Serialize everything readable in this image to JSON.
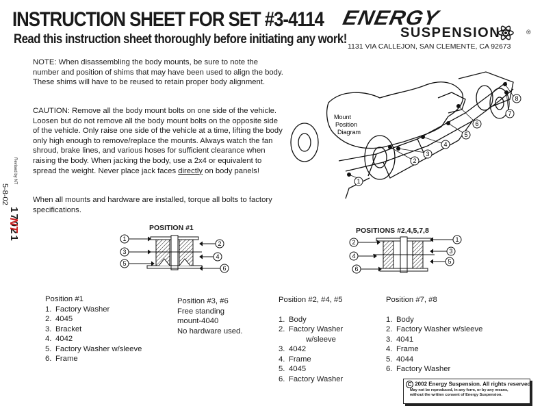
{
  "header": {
    "title": "INSTRUCTION SHEET FOR SET #3-4114",
    "subtitle": "Read this instruction sheet thoroughly before initiating any work!"
  },
  "company": {
    "logo_line1": "ENERGY",
    "logo_line2": "SUSPENSION",
    "registered_mark": "®",
    "address": "1131 VIA CALLEJON,   SAN CLEMENTE, CA 92673"
  },
  "instructions": {
    "note": "NOTE:  When disassembling the body mounts, be sure to note the number and position of shims that may have been used to align the body.  These shims will have to be reused to retain proper body alignment.",
    "caution_pre": "CAUTION:  Remove all the body mount bolts on one side of the vehicle.  Loosen but do not remove all the body mount bolts on the opposite side of the vehicle. Only raise one side of the vehicle at a time, lifting the body only high enough to remove/replace the mounts.  Always watch the fan shroud, brake lines, and various hoses for sufficient clearance when raising the body.  When jacking the body, use a 2x4 or equivalent to spread the weight.  Never place jack faces ",
    "caution_underlined": "directly",
    "caution_post": " on body panels!",
    "final": "When all mounts and hardware are installed, torque all bolts to factory specifications."
  },
  "side_stamp": {
    "part_number": "17021",
    "date": "5-8-02",
    "revised": "Revised by NT",
    "initials": "NT"
  },
  "frame_diagram": {
    "label_line1": "Mount",
    "label_line2": "Position",
    "label_line3": "Diagram",
    "callouts": [
      "1",
      "2",
      "3",
      "4",
      "5",
      "6",
      "7",
      "8"
    ]
  },
  "mount_diagrams": {
    "position1_title": "POSITION #1",
    "position1_callouts": [
      "1",
      "2",
      "3",
      "4",
      "5",
      "6"
    ],
    "positions_title": "POSITIONS  #2,4,5,7,8",
    "positions_callouts": [
      "1",
      "2",
      "3",
      "4",
      "5",
      "6"
    ]
  },
  "parts_lists": {
    "position1": {
      "heading": "Position #1",
      "items": [
        "Factory Washer",
        "4045",
        "Bracket",
        "4042",
        "Factory Washer w/sleeve",
        "Frame"
      ]
    },
    "position3_6": {
      "heading": "Position #3, #6",
      "line1": "Free standing",
      "line2": "mount-4040",
      "line3": "No hardware used."
    },
    "position2_4_5": {
      "heading": "Position #2, #4,  #5",
      "items": [
        "Body",
        "Factory Washer",
        "4042",
        "Frame",
        "4045",
        "Factory Washer"
      ],
      "item2_cont": "w/sleeve"
    },
    "position7_8": {
      "heading": "Position #7, #8",
      "items": [
        "Body",
        "Factory Washer w/sleeve",
        "4041",
        "Frame",
        "4044",
        "Factory Washer"
      ]
    }
  },
  "copyright": {
    "line1": "2002 Energy Suspension. All rights reserved.",
    "line2": "May not be reproduced, in any form, or by any means,",
    "line3": "without the written consent of Energy Suspension."
  }
}
